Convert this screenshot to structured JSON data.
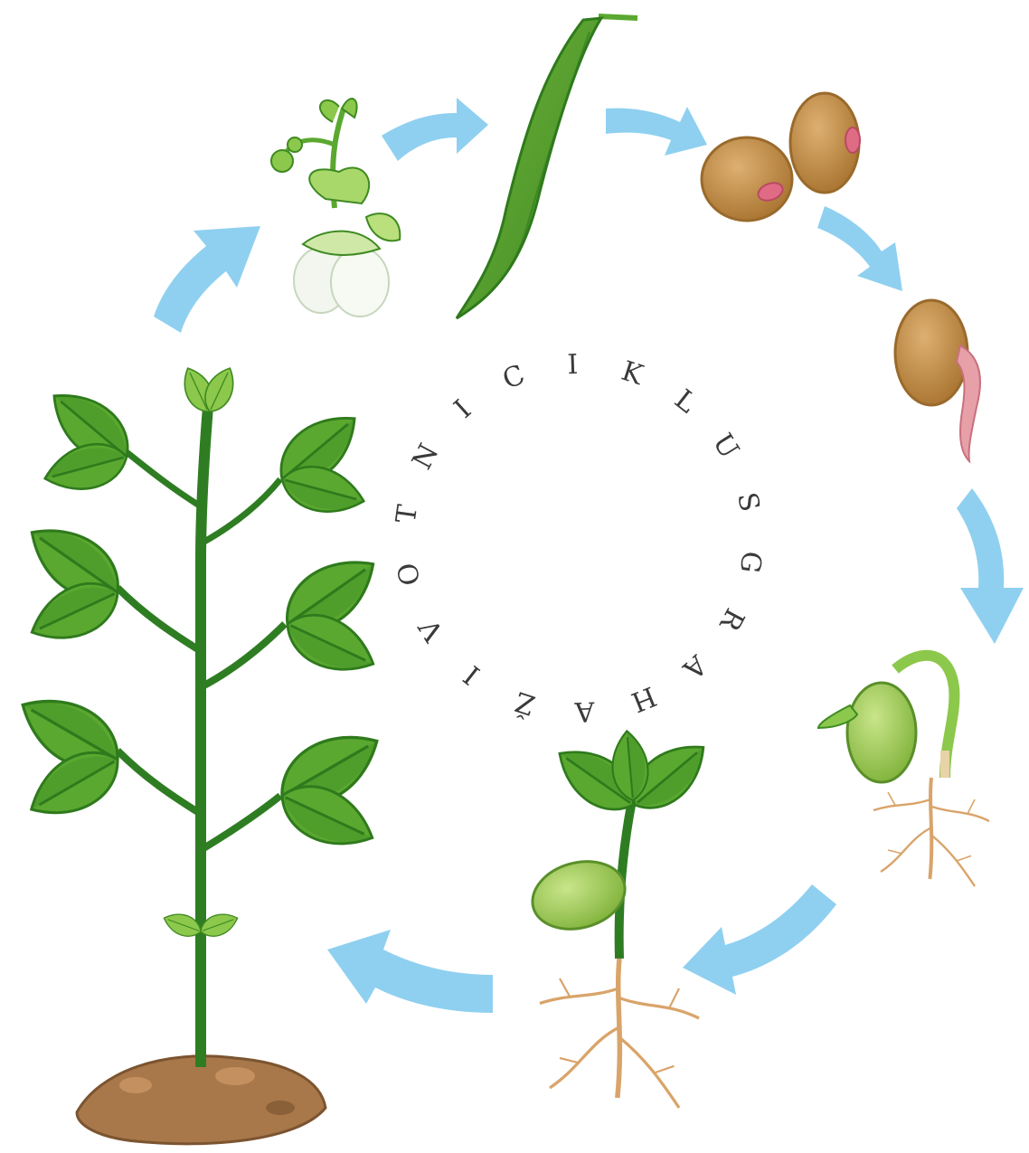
{
  "title_letters": [
    "C",
    "I",
    "K",
    "L",
    "U",
    "S",
    "G",
    "R",
    "A",
    "H",
    "A",
    "Ž",
    "I",
    "V",
    "O",
    "T",
    "N",
    "I"
  ],
  "colors": {
    "arrow": "#8fd0f0",
    "leaf": "#5aa830",
    "leaf_light": "#8cc84b",
    "leaf_dark": "#2f7a1c",
    "stem": "#2f7d22",
    "bean": "#c9904a",
    "bean_dark": "#9a6a2c",
    "root_sprout": "#e7a0a8",
    "roots": "#d9a46a",
    "soil": "#a8784a",
    "flower": "#f2f6ee"
  },
  "stages": [
    {
      "icon": "flower-icon"
    },
    {
      "icon": "bean-pod-icon"
    },
    {
      "icon": "bean-seeds-icon"
    },
    {
      "icon": "germinating-seed-icon"
    },
    {
      "icon": "sprouting-seedling-icon"
    },
    {
      "icon": "young-plant-icon"
    },
    {
      "icon": "mature-plant-icon"
    }
  ]
}
